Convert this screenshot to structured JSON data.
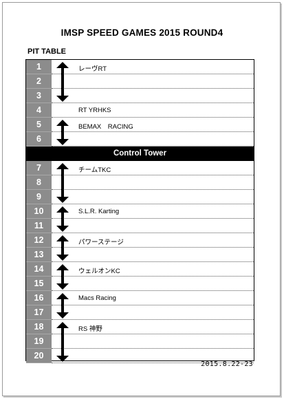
{
  "document": {
    "title": "IMSP SPEED GAMES 2015 ROUND4",
    "section_label": "PIT TABLE",
    "control_tower_label": "Control Tower",
    "date": "2015.8.22-23"
  },
  "pits": [
    {
      "num": "1",
      "team": "レーヴRT"
    },
    {
      "num": "2",
      "team": ""
    },
    {
      "num": "3",
      "team": ""
    },
    {
      "num": "4",
      "team": "RT YRHKS"
    },
    {
      "num": "5",
      "team": "BEMAX　RACING"
    },
    {
      "num": "6",
      "team": ""
    },
    {
      "num": "7",
      "team": "チームTKC"
    },
    {
      "num": "8",
      "team": ""
    },
    {
      "num": "9",
      "team": ""
    },
    {
      "num": "10",
      "team": "S.L.R. Karting"
    },
    {
      "num": "11",
      "team": ""
    },
    {
      "num": "12",
      "team": "パワーステージ"
    },
    {
      "num": "13",
      "team": ""
    },
    {
      "num": "14",
      "team": "ウェルオンKC"
    },
    {
      "num": "15",
      "team": ""
    },
    {
      "num": "16",
      "team": "Macs Racing"
    },
    {
      "num": "17",
      "team": ""
    },
    {
      "num": "18",
      "team": "RS 神野"
    },
    {
      "num": "19",
      "team": ""
    },
    {
      "num": "20",
      "team": ""
    }
  ],
  "allocations": [
    {
      "from": 1,
      "to": 3
    },
    {
      "from": 5,
      "to": 6
    },
    {
      "from": 7,
      "to": 9
    },
    {
      "from": 10,
      "to": 11
    },
    {
      "from": 12,
      "to": 13
    },
    {
      "from": 14,
      "to": 15
    },
    {
      "from": 16,
      "to": 17
    },
    {
      "from": 18,
      "to": 20
    }
  ]
}
